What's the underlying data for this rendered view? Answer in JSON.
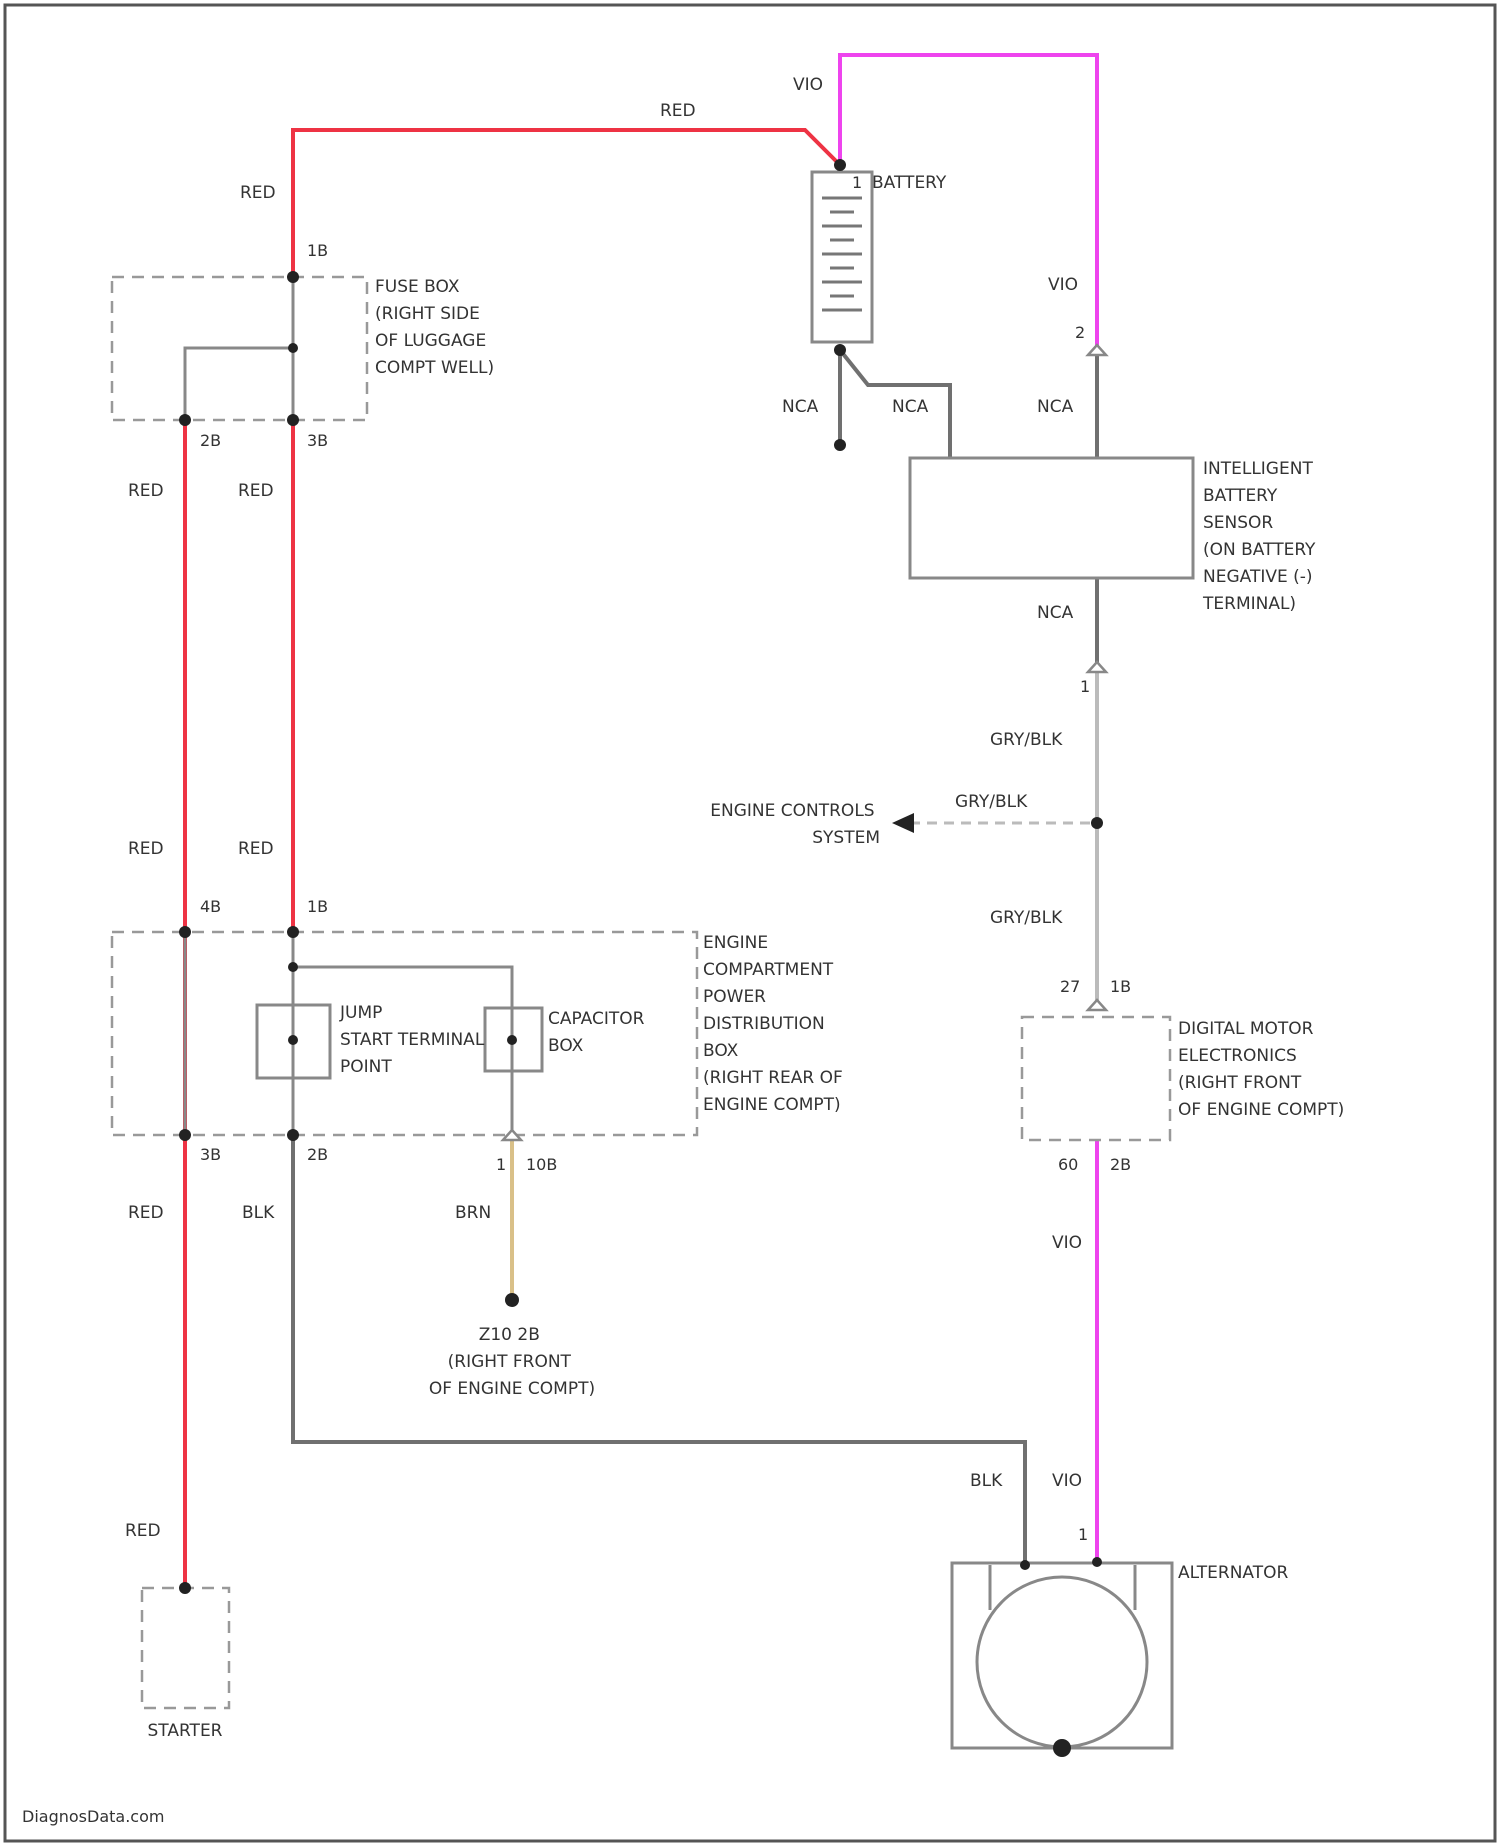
{
  "colors": {
    "red": "#ee3344",
    "violet": "#ee44ee",
    "gray": "#707070",
    "light_gray": "#bbbbbb",
    "brown": "#d9c088",
    "node": "#222222"
  },
  "wire_labels": {
    "red": "RED",
    "vio": "VIO",
    "nca": "NCA",
    "gry_blk": "GRY/BLK",
    "blk": "BLK",
    "brn": "BRN"
  },
  "pins": {
    "fuse_top": "1B",
    "fuse_left_bottom": "2B",
    "fuse_right_bottom": "3B",
    "ecpdb_left_top": "4B",
    "ecpdb_right_top": "1B",
    "ecpdb_left_bottom": "3B",
    "ecpdb_right_bottom": "2B",
    "capacitor_out_a": "1",
    "capacitor_out_b": "10B",
    "battery_pos": "1",
    "ibs_top": "2",
    "ibs_bottom": "1",
    "dme_top_a": "27",
    "dme_top_b": "1B",
    "dme_bottom_a": "60",
    "dme_bottom_b": "2B",
    "alternator": "1"
  },
  "components": {
    "battery": "BATTERY",
    "fuse_box": [
      "FUSE BOX",
      "(RIGHT SIDE",
      "OF LUGGAGE",
      "COMPT WELL)"
    ],
    "ibs": [
      "INTELLIGENT",
      "BATTERY",
      "SENSOR",
      "(ON BATTERY",
      "NEGATIVE (-)",
      "TERMINAL)"
    ],
    "ecpdb": [
      "ENGINE",
      "COMPARTMENT",
      "POWER",
      "DISTRIBUTION",
      "BOX",
      "(RIGHT REAR OF",
      "ENGINE COMPT)"
    ],
    "jump_start": [
      "JUMP",
      "START TERMINAL",
      "POINT"
    ],
    "capacitor": [
      "CAPACITOR",
      "BOX"
    ],
    "engine_controls": [
      "ENGINE CONTROLS",
      "SYSTEM"
    ],
    "dme": [
      "DIGITAL MOTOR",
      "ELECTRONICS",
      "(RIGHT FRONT",
      "OF ENGINE COMPT)"
    ],
    "ground": [
      "Z10 2B",
      "(RIGHT FRONT",
      "OF ENGINE COMPT)"
    ],
    "alternator": "ALTERNATOR",
    "starter": "STARTER"
  },
  "watermark": "DiagnosData.com"
}
